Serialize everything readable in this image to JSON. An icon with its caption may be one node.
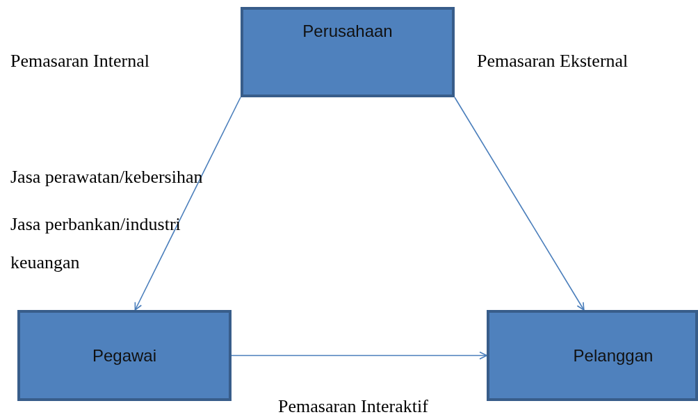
{
  "diagram": {
    "nodes": [
      {
        "text": [
          "Perusahaan"
        ]
      },
      {
        "text": [
          "Pegawai"
        ]
      },
      {
        "text": [
          "Pelanggan"
        ]
      }
    ],
    "edges": [
      {
        "from": 0,
        "to": 1,
        "arrow": "to"
      },
      {
        "from": 0,
        "to": 2,
        "arrow": "to"
      },
      {
        "from": 1,
        "to": 2,
        "arrow": "to"
      }
    ],
    "labels": [
      "Pemasaran Internal",
      "Pemasaran Eksternal",
      "Jasa perawatan/kebersihan",
      "Jasa perbankan/industri keuangan",
      "Pemasaran Interaktif"
    ]
  }
}
